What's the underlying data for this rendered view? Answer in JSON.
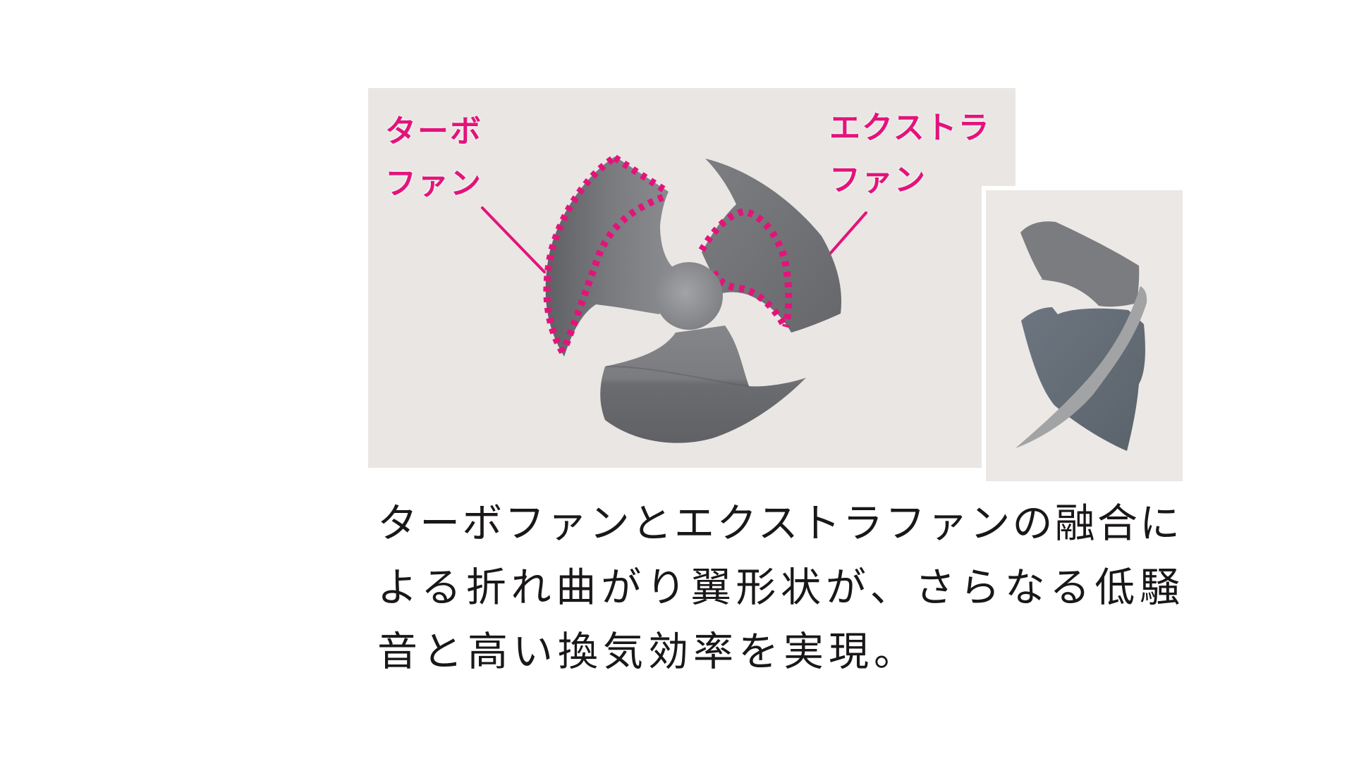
{
  "figure": {
    "labels": {
      "turbo_fan": [
        "ターボ",
        "ファン"
      ],
      "extra_fan": [
        "エクストラ",
        "ファン"
      ]
    },
    "colors": {
      "accent_pink": "#e4137b",
      "panel_bg": "#e9e6e3",
      "blade_gray": "#6f7175",
      "page_bg": "#ffffff"
    },
    "icons": {
      "main_image": "fan-front-view",
      "side_image": "fan-side-view"
    }
  },
  "caption": {
    "lines": [
      "ターボファンとエクストラファンの融合に",
      "よる折れ曲がり翼形状が、さらなる低騒",
      "音と高い換気効率を実現。"
    ]
  }
}
